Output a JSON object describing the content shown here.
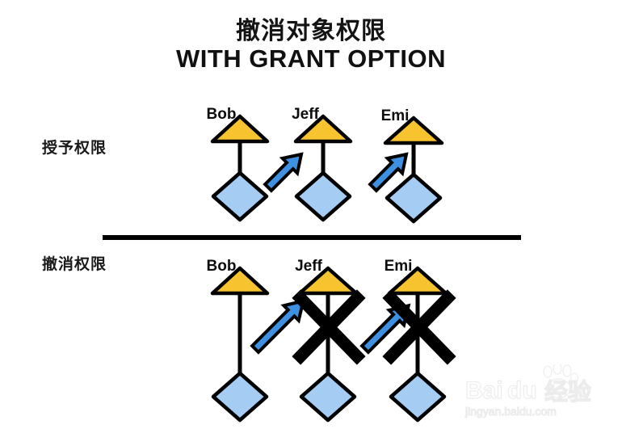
{
  "title": {
    "line_cn": "撤消对象权限",
    "line_en": "WITH GRANT OPTION"
  },
  "rows": [
    {
      "id": "grant",
      "label": "授予权限",
      "nodes": [
        {
          "name": "Bob"
        },
        {
          "name": "Jeff"
        },
        {
          "name": "Emi"
        }
      ],
      "arrows": [
        {
          "from": "Bob",
          "to": "Jeff"
        },
        {
          "from": "Jeff",
          "to": "Emi"
        }
      ],
      "revoked": []
    },
    {
      "id": "revoke",
      "label": "撤消权限",
      "nodes": [
        {
          "name": "Bob"
        },
        {
          "name": "Jeff"
        },
        {
          "name": "Emi"
        }
      ],
      "arrows": [
        {
          "from": "Bob",
          "to": "Jeff"
        },
        {
          "from": "Jeff",
          "to": "Emi"
        }
      ],
      "revoked": [
        "Jeff",
        "Emi"
      ]
    }
  ],
  "divider": {
    "present": true
  },
  "watermark": {
    "brand": "Bai",
    "brand2": "du",
    "brand_cn": "经验",
    "url": "jingyan.baidu.com"
  },
  "colors": {
    "triangle_fill": "#F7C32E",
    "diamond_fill": "#A5CDF4",
    "arrow_fill": "#3E90E0",
    "outline": "#000000",
    "background": "#FFFFFF",
    "text": "#111111"
  },
  "chart_data": {
    "type": "diagram",
    "title": "撤消对象权限 WITH GRANT OPTION",
    "description": "Two-panel diagram: top shows privilege granting chain Bob to Jeff to Emi; bottom shows revoking which cancels Jeff and Emi links with X marks.",
    "panels": [
      {
        "label": "授予权限",
        "users": [
          "Bob",
          "Jeff",
          "Emi"
        ],
        "edges": [
          [
            "Bob",
            "Jeff"
          ],
          [
            "Jeff",
            "Emi"
          ]
        ],
        "cancelled_edges": []
      },
      {
        "label": "撤消权限",
        "users": [
          "Bob",
          "Jeff",
          "Emi"
        ],
        "edges": [
          [
            "Bob",
            "Jeff"
          ],
          [
            "Jeff",
            "Emi"
          ]
        ],
        "cancelled_edges": [
          [
            "Bob",
            "Jeff"
          ],
          [
            "Jeff",
            "Emi"
          ]
        ]
      }
    ]
  }
}
